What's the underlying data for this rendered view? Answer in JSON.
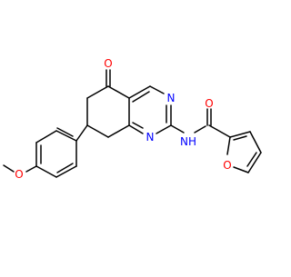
{
  "molecule": {
    "atom_labels": {
      "ketone_oxygen": "O",
      "ring_n1": "N",
      "ring_n3": "N",
      "amide_nh": "NH",
      "amide_oxygen": "O",
      "furan_oxygen": "O",
      "methoxy_oxygen": "O"
    },
    "colors": {
      "bond": "#000000",
      "oxygen": "#ff0000",
      "nitrogen": "#0000ff",
      "background": "#ffffff"
    }
  }
}
